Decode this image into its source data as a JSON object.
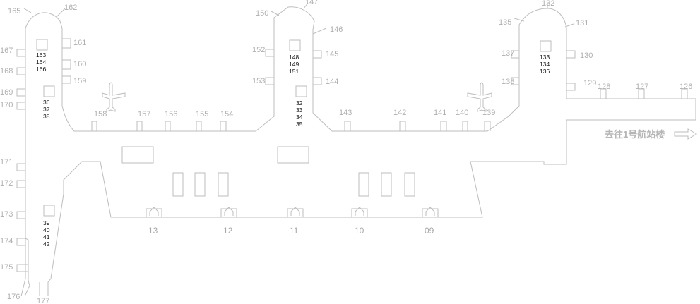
{
  "colors": {
    "outline": "#bdbdbd",
    "gate_label": "#b0b0b0",
    "counter_label": "#111111"
  },
  "gates": {
    "g165": "165",
    "g162": "162",
    "g161": "161",
    "g160": "160",
    "g159": "159",
    "g158": "158",
    "g157": "157",
    "g156": "156",
    "g155": "155",
    "g154": "154",
    "g167": "167",
    "g168": "168",
    "g169": "169",
    "g170": "170",
    "g171": "171",
    "g172": "172",
    "g173": "173",
    "g174": "174",
    "g175": "175",
    "g176": "176",
    "g177": "177",
    "g150": "150",
    "g147": "147",
    "g146": "146",
    "g145": "145",
    "g144": "144",
    "g152": "152",
    "g153": "153",
    "g143": "143",
    "g142": "142",
    "g141": "141",
    "g140": "140",
    "g139": "139",
    "g135": "135",
    "g132": "132",
    "g131": "131",
    "g130": "130",
    "g137": "137",
    "g138": "138",
    "g129": "129",
    "g128": "128",
    "g127": "127",
    "g126": "126"
  },
  "counters": {
    "a": [
      "163",
      "164",
      "166"
    ],
    "b": [
      "36",
      "37",
      "38"
    ],
    "c": [
      "39",
      "40",
      "41",
      "42"
    ],
    "d": [
      "148",
      "149",
      "151"
    ],
    "e": [
      "32",
      "33",
      "34",
      "35"
    ],
    "f": [
      "133",
      "134",
      "136"
    ]
  },
  "entrances": {
    "e13": "13",
    "e12": "12",
    "e11": "11",
    "e10": "10",
    "e09": "09"
  },
  "direction_label": "去往1号航站楼",
  "icons": [
    "airplane-icon",
    "arrow-right-icon",
    "entrance-arrow-icon"
  ]
}
